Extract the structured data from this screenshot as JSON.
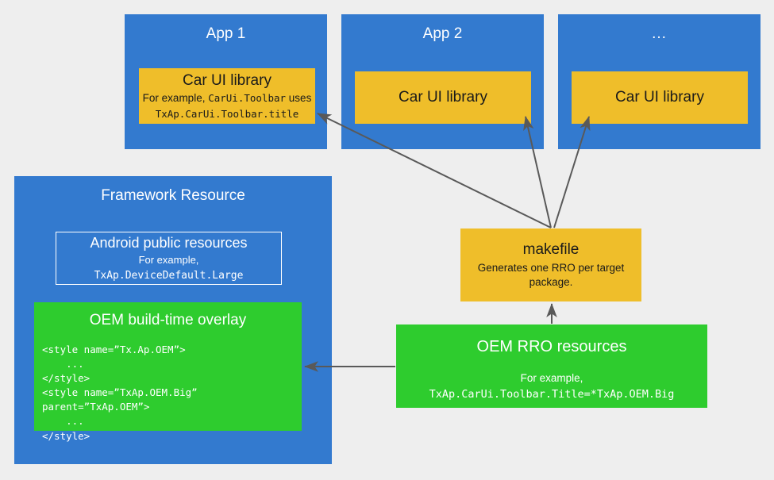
{
  "diagram": {
    "title": "Car UI library RRO overlay architecture",
    "background": "#eeeeee",
    "colors": {
      "blue": "#337ACF",
      "yellow": "#EFBE2A",
      "green": "#2ECC2E",
      "arrow": "#595959",
      "white": "#ffffff"
    }
  },
  "apps": [
    {
      "panel_label": "App 1",
      "library_title": "Car UI library",
      "library_sub_line1": "For example, ",
      "library_sub_mono": "CarUi.Toolbar",
      "library_sub_line1_tail": " uses",
      "library_sub_line2": "TxAp.CarUi.Toolbar.title"
    },
    {
      "panel_label": "App 2",
      "library_title": "Car UI library"
    },
    {
      "panel_label": "...",
      "library_title": "Car UI library"
    }
  ],
  "framework": {
    "panel_label": "Framework Resource",
    "public_resources": {
      "title": "Android public resources",
      "sub_line1": "For example,",
      "sub_line2": "TxAp.DeviceDefault.Large"
    },
    "overlay": {
      "title": "OEM build-time overlay",
      "code": "<style name=”Tx.Ap.OEM”>\n    ...\n</style>\n<style name=”TxAp.OEM.Big”\nparent=”TxAp.OEM”>\n    ...\n</style>"
    }
  },
  "makefile": {
    "title": "makefile",
    "sub": "Generates one RRO per target package."
  },
  "rro": {
    "title": "OEM RRO resources",
    "sub_line1": "For example,",
    "sub_line2": "TxAp.CarUi.Toolbar.Title=*TxAp.OEM.Big"
  }
}
